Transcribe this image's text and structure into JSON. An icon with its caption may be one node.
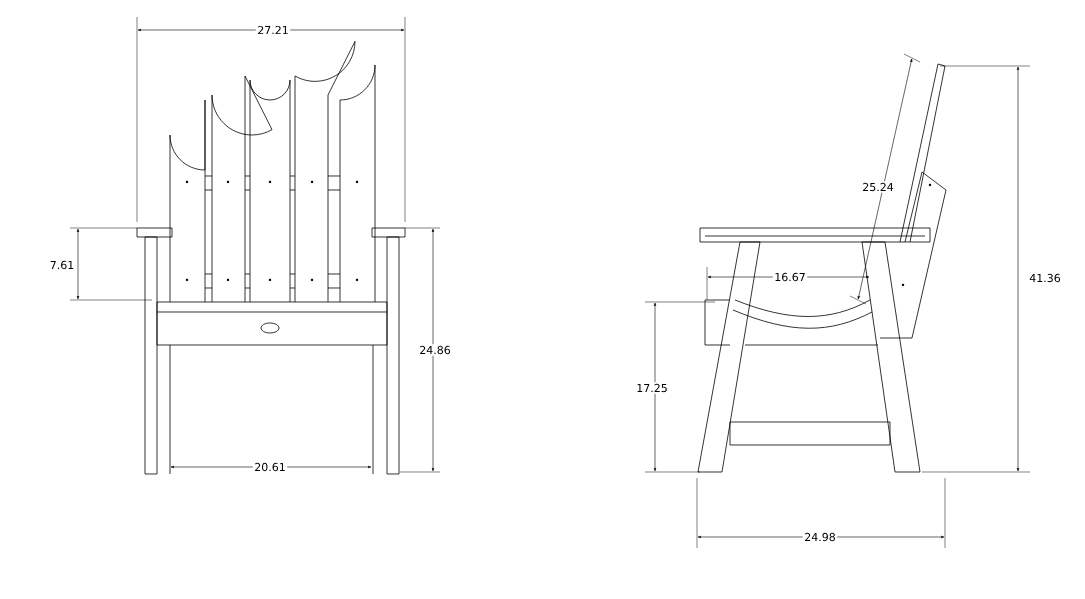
{
  "diagram": {
    "labels": [
      "27.21",
      "25.24",
      "41.36",
      "7.61",
      "16.67",
      "24.86",
      "17.25",
      "20.61",
      "24.98"
    ]
  }
}
